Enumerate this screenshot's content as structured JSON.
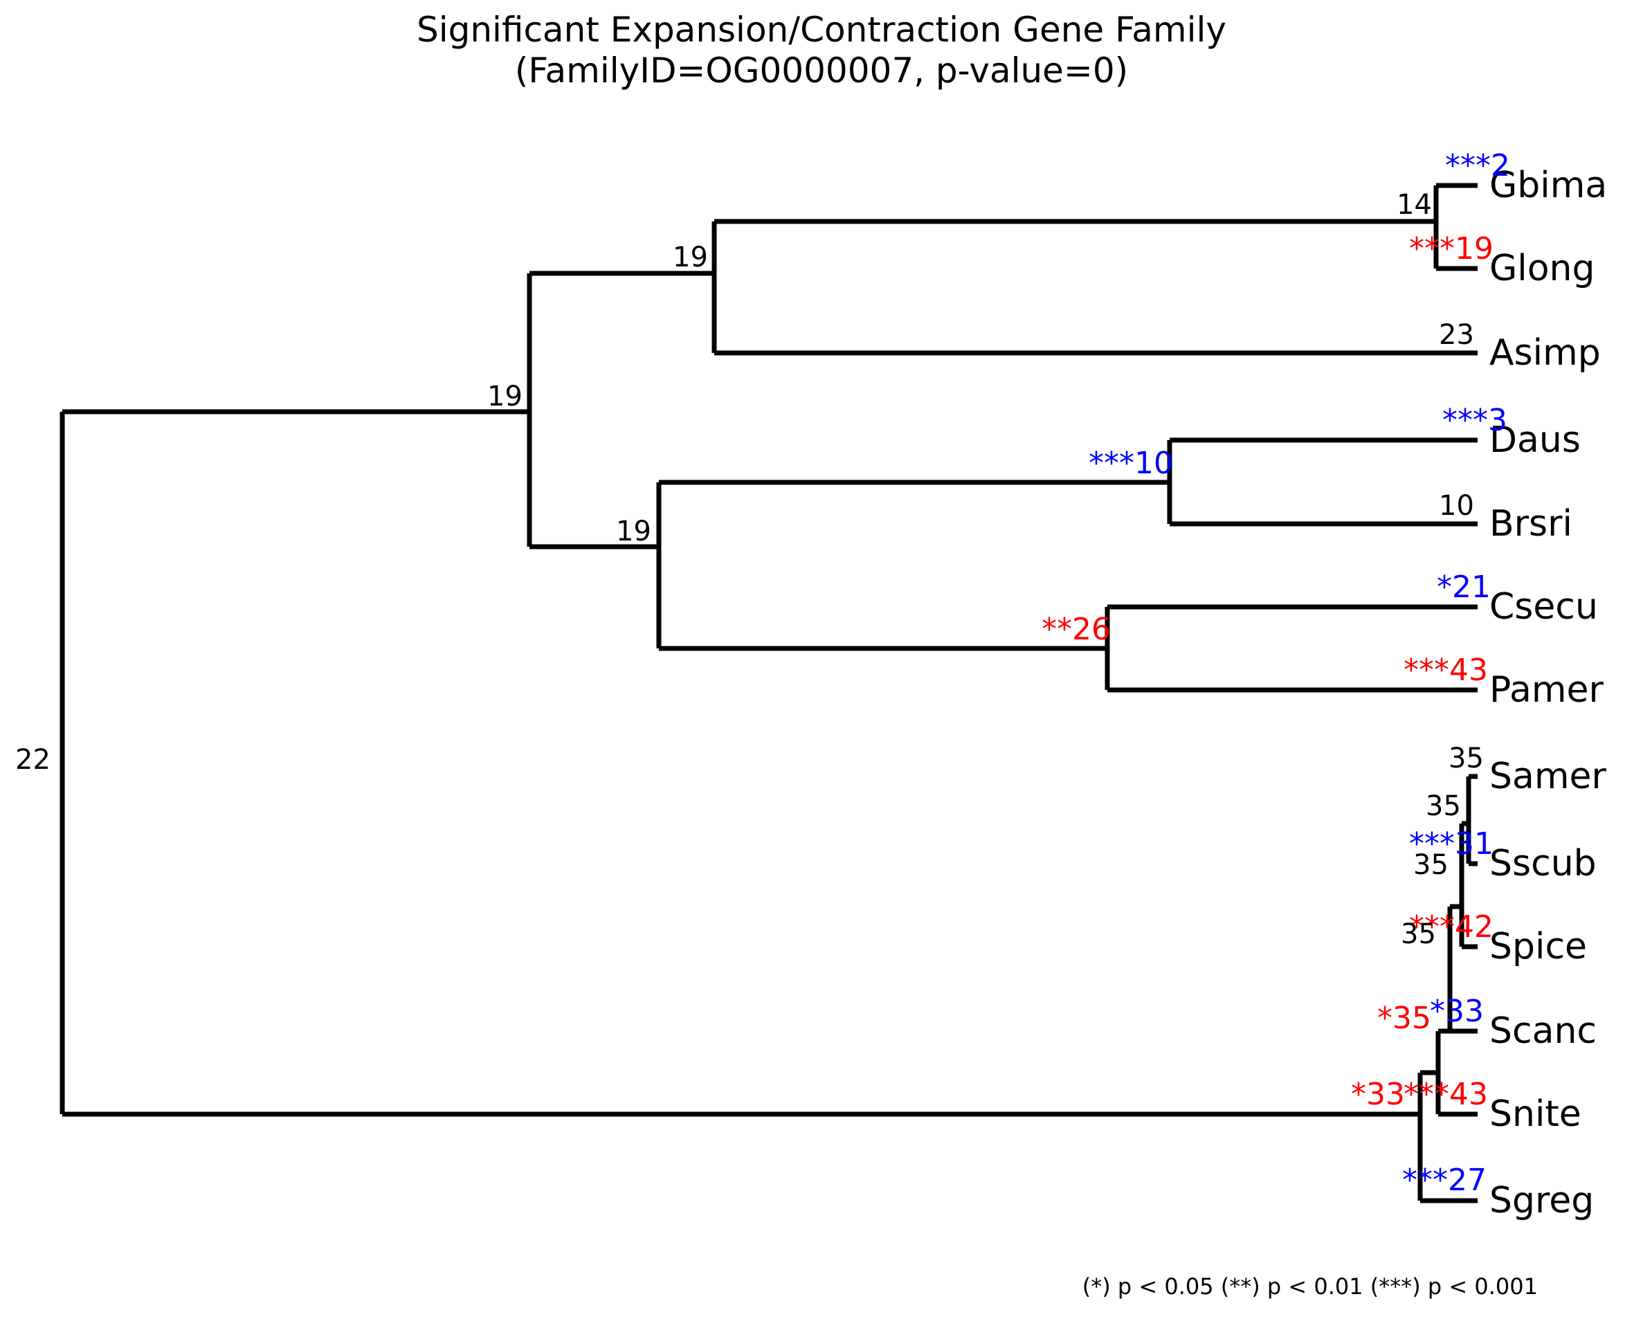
{
  "title": {
    "line1": "Significant Expansion/Contraction Gene Family",
    "line2": "(FamilyID=OG0000007, p-value=0)",
    "full": "Significant Expansion/Contraction Gene Family\n(FamilyID=OG0000007, p-value=0)"
  },
  "footer": {
    "legend": "(*) p < 0.05  (**) p < 0.01  (***) p < 0.001"
  },
  "colors": {
    "expansion": "#ff0000",
    "contraction": "#0000ff",
    "neutral": "#000000",
    "branch": "#000000",
    "background": "#ffffff"
  },
  "tips": [
    {
      "name": "Gbima",
      "label": "***2",
      "count": 2,
      "stars": "***",
      "color": "#0000ff"
    },
    {
      "name": "Glong",
      "label": "***19",
      "count": 19,
      "stars": "***",
      "color": "#ff0000"
    },
    {
      "name": "Asimp",
      "label": "23",
      "count": 23,
      "stars": "",
      "color": "#000000"
    },
    {
      "name": "Daus",
      "label": "***3",
      "count": 3,
      "stars": "***",
      "color": "#0000ff"
    },
    {
      "name": "Brsri",
      "label": "10",
      "count": 10,
      "stars": "",
      "color": "#000000"
    },
    {
      "name": "Csecu",
      "label": "*21",
      "count": 21,
      "stars": "*",
      "color": "#0000ff"
    },
    {
      "name": "Pamer",
      "label": "***43",
      "count": 43,
      "stars": "***",
      "color": "#ff0000"
    },
    {
      "name": "Samer",
      "label": "35",
      "count": 35,
      "stars": "",
      "color": "#000000"
    },
    {
      "name": "Sscub",
      "label": "***31",
      "count": 31,
      "stars": "***",
      "color": "#0000ff"
    },
    {
      "name": "Spice",
      "label": "***42",
      "count": 42,
      "stars": "***",
      "color": "#ff0000"
    },
    {
      "name": "Scanc",
      "label": "*33",
      "count": 33,
      "stars": "*",
      "color": "#0000ff"
    },
    {
      "name": "Snite",
      "label": "***43",
      "count": 43,
      "stars": "***",
      "color": "#ff0000"
    },
    {
      "name": "Sgreg",
      "label": "***27",
      "count": 27,
      "stars": "***",
      "color": "#0000ff"
    }
  ],
  "internal_nodes": [
    {
      "id": "root",
      "label": "22",
      "count": 22,
      "stars": "",
      "color": "#000000"
    },
    {
      "id": "n-all-clades",
      "label": "19",
      "count": 19,
      "stars": "",
      "color": "#000000"
    },
    {
      "id": "n-gbima-asimp",
      "label": "19",
      "count": 19,
      "stars": "",
      "color": "#000000"
    },
    {
      "id": "n-gbima-glong",
      "label": "14",
      "count": 14,
      "stars": "",
      "color": "#000000"
    },
    {
      "id": "n-daus-pamer",
      "label": "19",
      "count": 19,
      "stars": "",
      "color": "#000000"
    },
    {
      "id": "n-daus-brsri",
      "label": "***10",
      "count": 10,
      "stars": "***",
      "color": "#0000ff"
    },
    {
      "id": "n-csecu-pamer",
      "label": "**26",
      "count": 26,
      "stars": "**",
      "color": "#ff0000"
    },
    {
      "id": "n-samer-sscub",
      "label": "35",
      "count": 35,
      "stars": "",
      "color": "#000000"
    },
    {
      "id": "n-samer-spice",
      "label": "35",
      "count": 35,
      "stars": "",
      "color": "#000000"
    },
    {
      "id": "n-samer-scanc",
      "label": "35",
      "count": 35,
      "stars": "",
      "color": "#000000"
    },
    {
      "id": "n-samer-snite",
      "label": "*35",
      "count": 35,
      "stars": "*",
      "color": "#ff0000"
    },
    {
      "id": "n-samer-sgreg",
      "label": "*33",
      "count": 33,
      "stars": "*",
      "color": "#ff0000"
    }
  ],
  "chart_data": {
    "type": "tree",
    "title": "Significant Expansion/Contraction Gene Family (FamilyID=OG0000007, p-value=0)",
    "family_id": "OG0000007",
    "p_value": 0,
    "n_tips": 13,
    "legend": "(*) p < 0.05  (**) p < 0.01  (***) p < 0.001",
    "significance_levels": [
      {
        "stars": "*",
        "threshold": 0.05
      },
      {
        "stars": "**",
        "threshold": 0.01
      },
      {
        "stars": "***",
        "threshold": 0.001
      }
    ],
    "newick": "(((Gbima,Glong),Asimp),((Daus,Brsri),(Csecu,Pamer)),((((((Samer,Sscub),Spice),Scanc),Snite),Sgreg)))",
    "nodes": [
      {
        "name": "Gbima",
        "count": 2,
        "significance": "***",
        "direction": "contraction"
      },
      {
        "name": "Glong",
        "count": 19,
        "significance": "***",
        "direction": "expansion"
      },
      {
        "name": "Asimp",
        "count": 23,
        "significance": "",
        "direction": "none"
      },
      {
        "name": "Daus",
        "count": 3,
        "significance": "***",
        "direction": "contraction"
      },
      {
        "name": "Brsri",
        "count": 10,
        "significance": "",
        "direction": "none"
      },
      {
        "name": "Csecu",
        "count": 21,
        "significance": "*",
        "direction": "contraction"
      },
      {
        "name": "Pamer",
        "count": 43,
        "significance": "***",
        "direction": "expansion"
      },
      {
        "name": "Samer",
        "count": 35,
        "significance": "",
        "direction": "none"
      },
      {
        "name": "Sscub",
        "count": 31,
        "significance": "***",
        "direction": "contraction"
      },
      {
        "name": "Spice",
        "count": 42,
        "significance": "***",
        "direction": "expansion"
      },
      {
        "name": "Scanc",
        "count": 33,
        "significance": "*",
        "direction": "contraction"
      },
      {
        "name": "Snite",
        "count": 43,
        "significance": "***",
        "direction": "expansion"
      },
      {
        "name": "Sgreg",
        "count": 27,
        "significance": "***",
        "direction": "contraction"
      },
      {
        "name": "root",
        "count": 22,
        "significance": "",
        "direction": "none"
      },
      {
        "name": "n-all-clades",
        "count": 19,
        "significance": "",
        "direction": "none"
      },
      {
        "name": "n-gbima-asimp",
        "count": 19,
        "significance": "",
        "direction": "none"
      },
      {
        "name": "n-gbima-glong",
        "count": 14,
        "significance": "",
        "direction": "none"
      },
      {
        "name": "n-daus-pamer",
        "count": 19,
        "significance": "",
        "direction": "none"
      },
      {
        "name": "n-daus-brsri",
        "count": 10,
        "significance": "***",
        "direction": "contraction"
      },
      {
        "name": "n-csecu-pamer",
        "count": 26,
        "significance": "**",
        "direction": "expansion"
      },
      {
        "name": "n-samer-sscub",
        "count": 35,
        "significance": "",
        "direction": "none"
      },
      {
        "name": "n-samer-spice",
        "count": 35,
        "significance": "",
        "direction": "none"
      },
      {
        "name": "n-samer-scanc",
        "count": 35,
        "significance": "",
        "direction": "none"
      },
      {
        "name": "n-samer-snite",
        "count": 35,
        "significance": "*",
        "direction": "expansion"
      },
      {
        "name": "n-samer-sgreg",
        "count": 33,
        "significance": "*",
        "direction": "expansion"
      }
    ]
  }
}
